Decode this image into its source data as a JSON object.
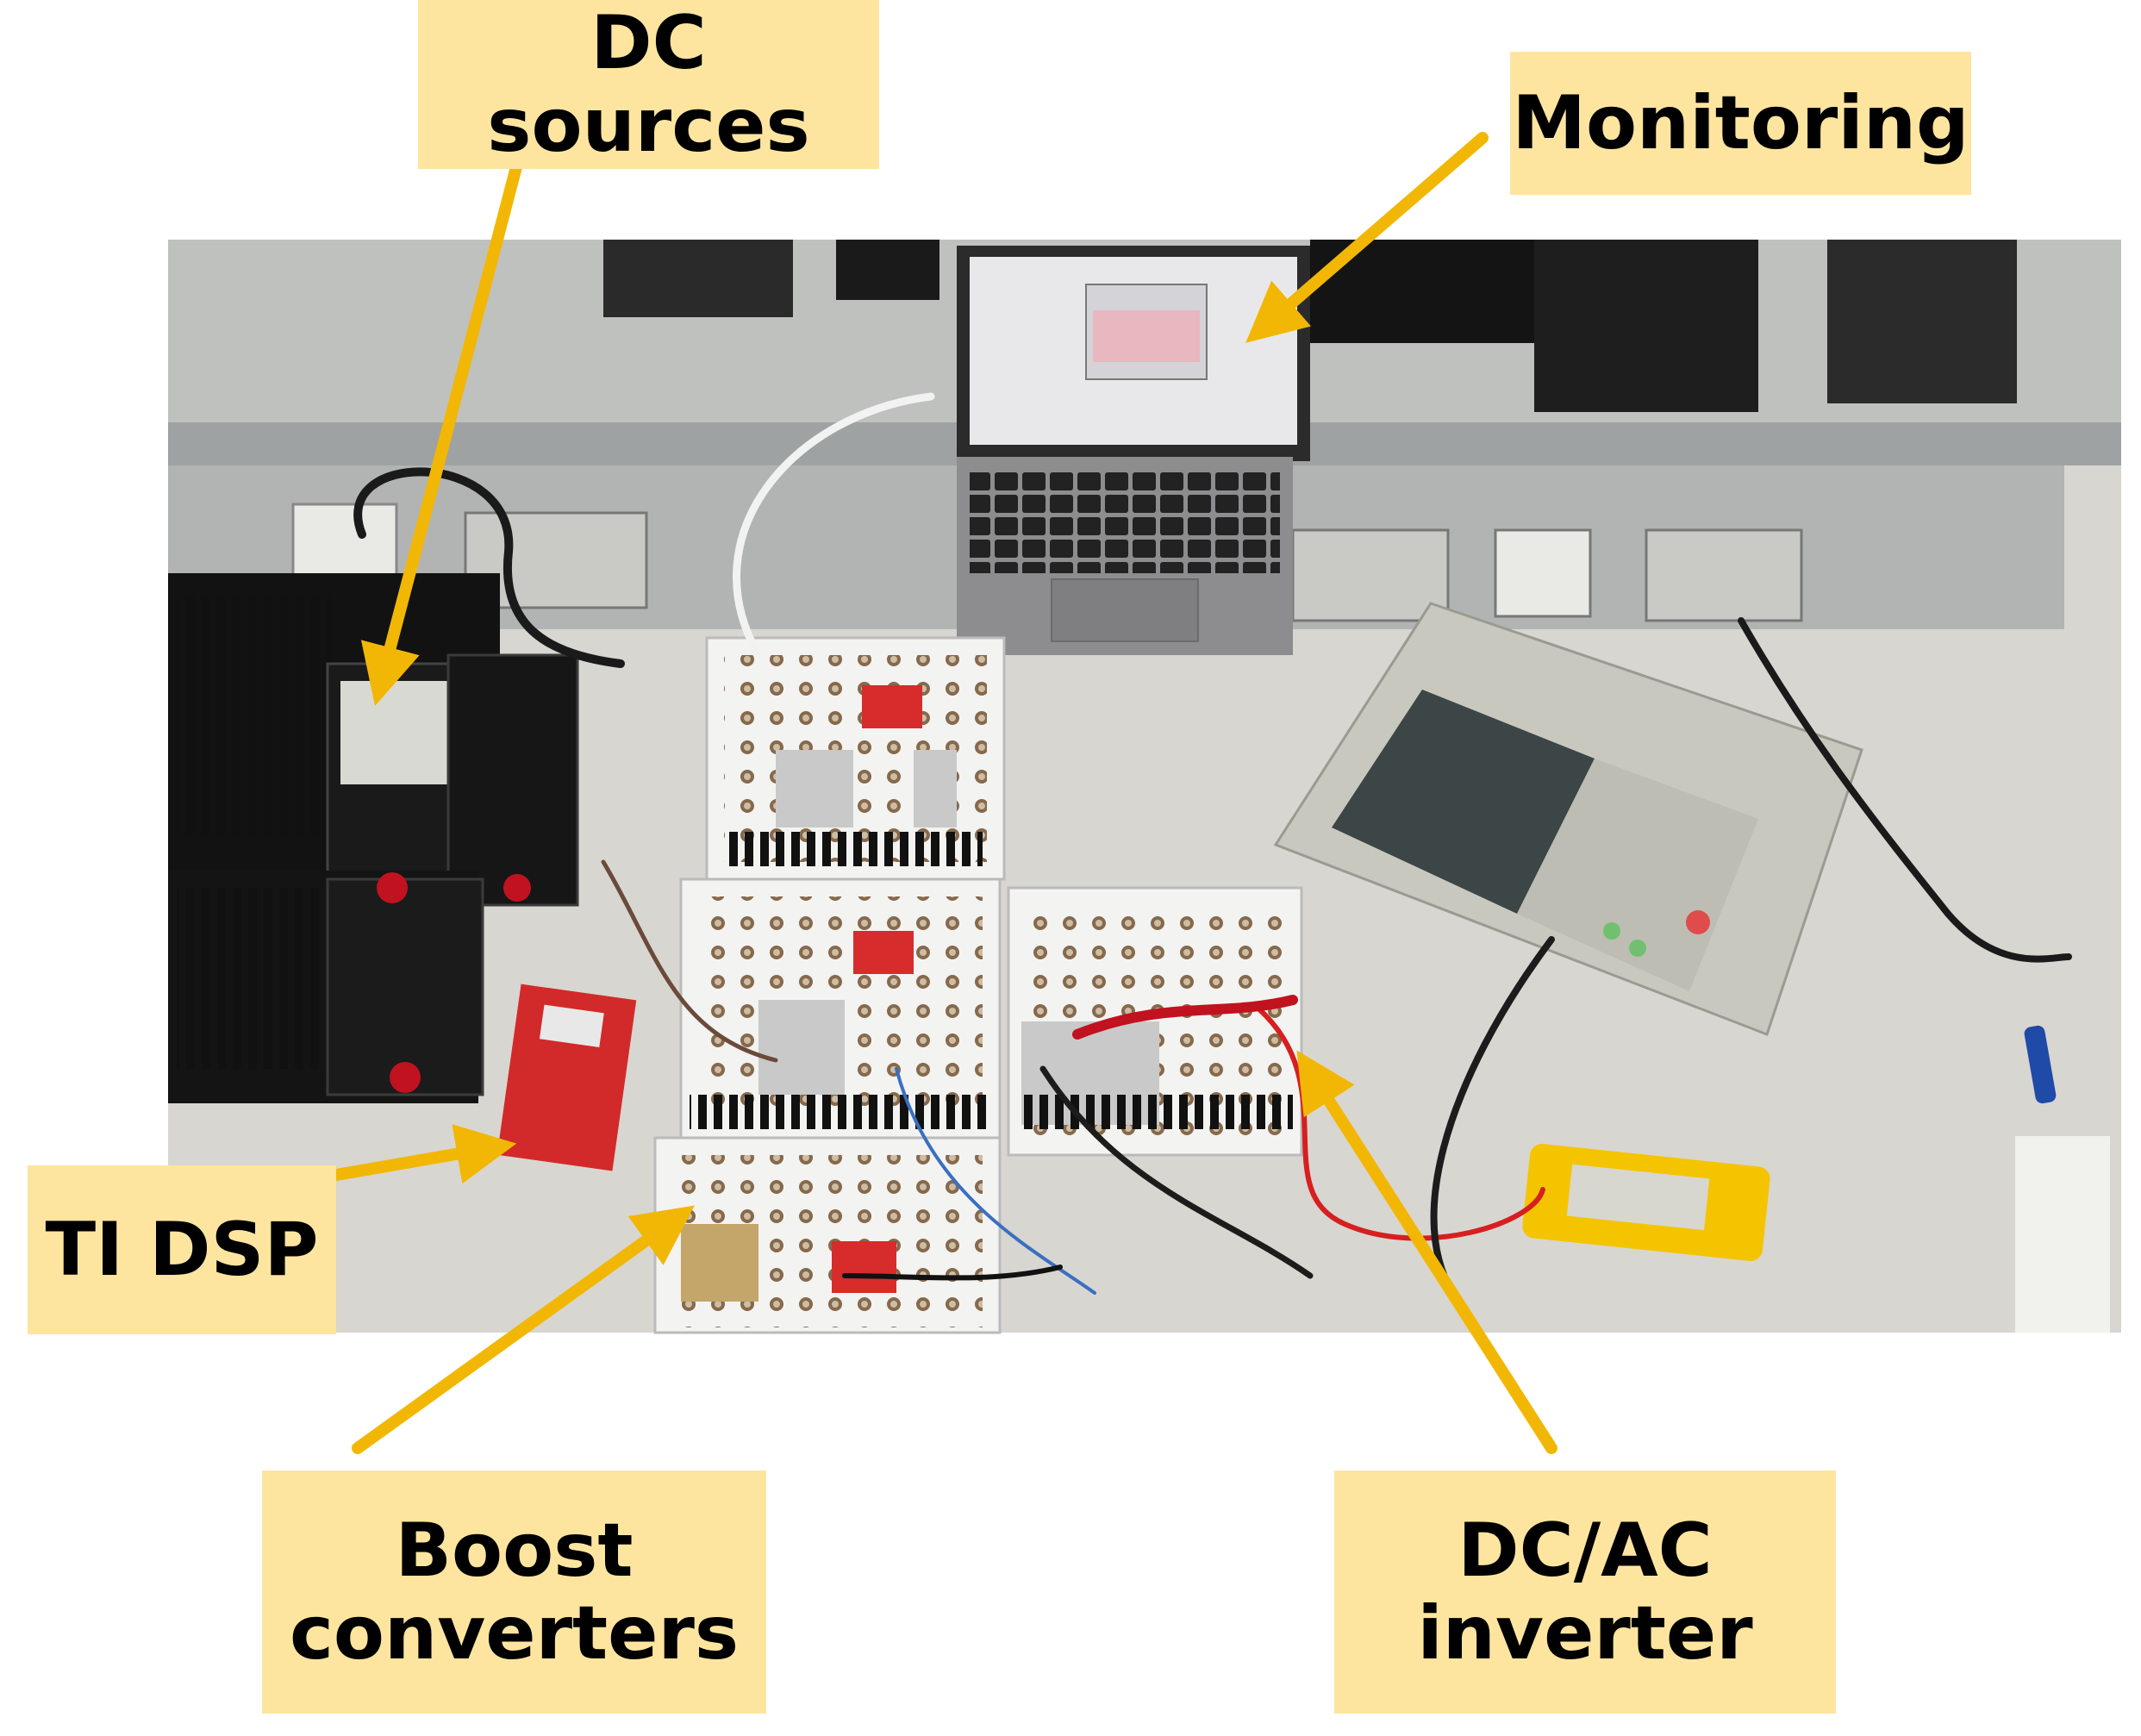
{
  "labels": {
    "dc_sources": "DC sources",
    "monitoring": "Monitoring",
    "ti_dsp": "TI DSP",
    "boost_converters_line1": "Boost",
    "boost_converters_line2": "converters",
    "dc_ac_inverter_line1": "DC/AC",
    "dc_ac_inverter_line2": "inverter"
  },
  "colors": {
    "label_background": "#fde5a0",
    "arrow": "#f2b705"
  }
}
